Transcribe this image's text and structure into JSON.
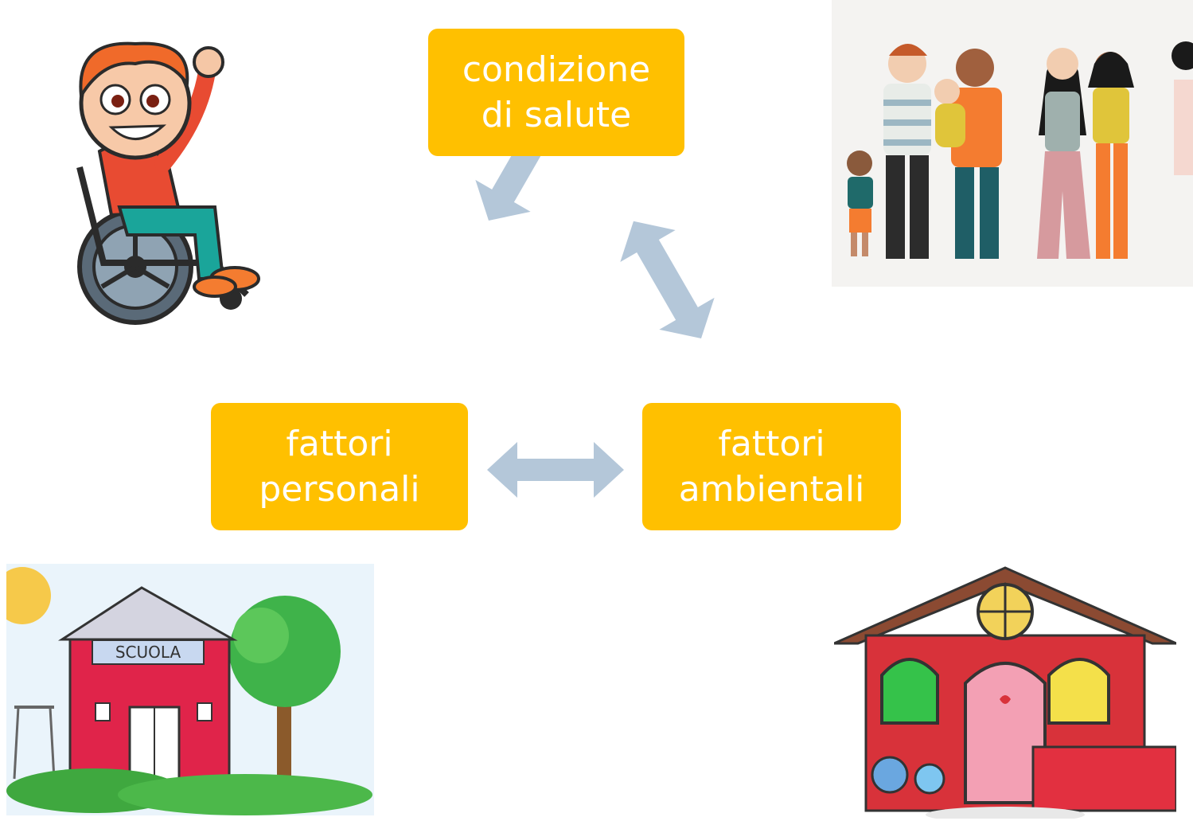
{
  "diagram": {
    "nodes": {
      "top": {
        "line1": "condizione",
        "line2": "di salute"
      },
      "left": {
        "line1": "fattori",
        "line2": "personali"
      },
      "right": {
        "line1": "fattori",
        "line2": "ambientali"
      }
    },
    "colors": {
      "node_fill": "#ffc000",
      "node_text": "#ffffff",
      "arrow": "#b4c7d9"
    }
  },
  "illustrations": [
    {
      "name": "child-in-wheelchair",
      "position": "top-left"
    },
    {
      "name": "family-group",
      "position": "top-right"
    },
    {
      "name": "school-building",
      "position": "bottom-left",
      "text": "SCUOLA"
    },
    {
      "name": "house",
      "position": "bottom-right"
    }
  ]
}
